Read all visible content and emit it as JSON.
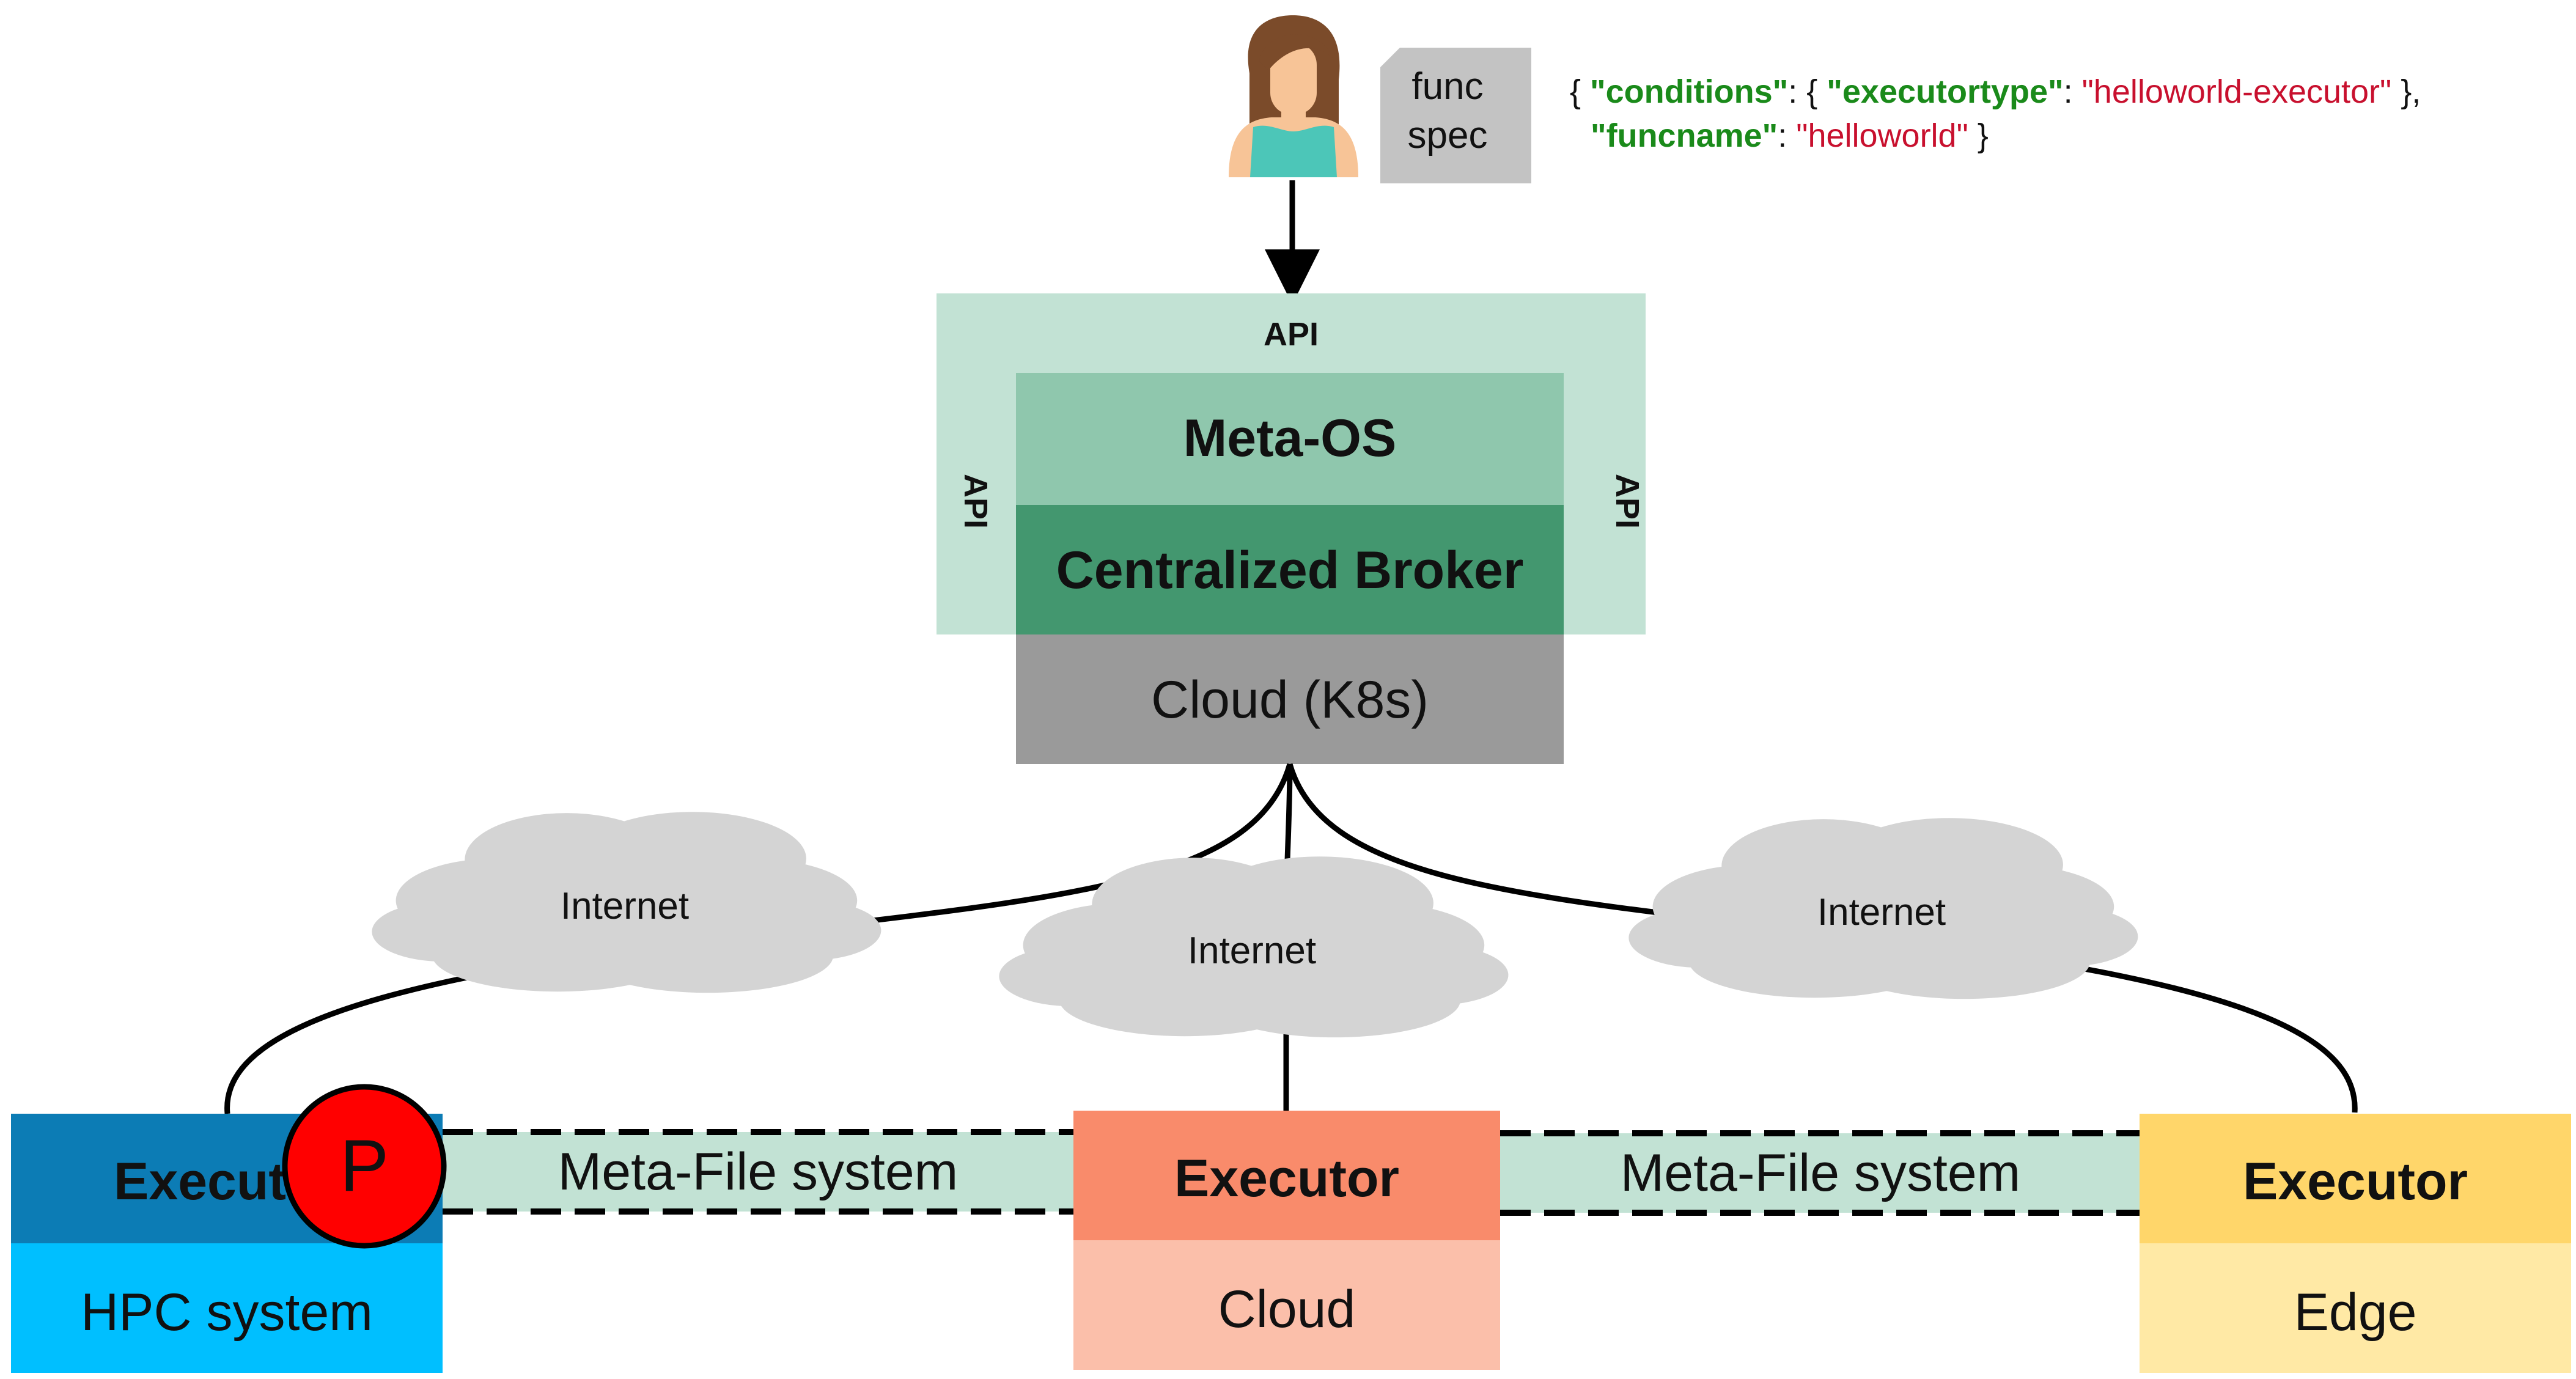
{
  "spec_file": {
    "line1": "func",
    "line2": "spec"
  },
  "spec_json": {
    "line1": {
      "open": "{ ",
      "key_conditions": "\"conditions\"",
      "colon_open": ": { ",
      "key_executortype": "\"executortype\"",
      "colon": ": ",
      "val_executortype": "\"helloworld-executor\"",
      "close": " },"
    },
    "line2": {
      "key_funcname": "\"funcname\"",
      "colon": ": ",
      "val_funcname": "\"helloworld\"",
      "close": " }"
    }
  },
  "api": {
    "top": "API",
    "left": "API",
    "right": "API"
  },
  "stack": {
    "meta_os": "Meta-OS",
    "broker": "Centralized Broker",
    "cloud_k8s": "Cloud (K8s)"
  },
  "clouds": {
    "left": "Internet",
    "center": "Internet",
    "right": "Internet"
  },
  "executors": {
    "hpc": {
      "title": "Executor",
      "visible_title": "Execut",
      "label": "HPC system"
    },
    "cloud": {
      "title": "Executor",
      "label": "Cloud"
    },
    "edge": {
      "title": "Executor",
      "label": "Edge"
    }
  },
  "pilot_badge": "P",
  "meta_fs": {
    "left": "Meta-File system",
    "right": "Meta-File system"
  },
  "colors": {
    "api_frame": "#c2e2d4",
    "meta_os": "#8fc7ad",
    "broker": "#43976f",
    "cloud_k8s": "#9a9a9a",
    "internet_cloud": "#d4d4d4",
    "hpc_header": "#0c7cb5",
    "hpc_body": "#00bfff",
    "cloud_header": "#f98b6b",
    "cloud_body": "#fbbfaa",
    "edge_header": "#ffd66a",
    "edge_body": "#ffe9a5",
    "meta_fs": "#c2e2d4",
    "pilot": "#ff0000",
    "json_key": "#1a8a1a",
    "json_value": "#c8102e"
  }
}
